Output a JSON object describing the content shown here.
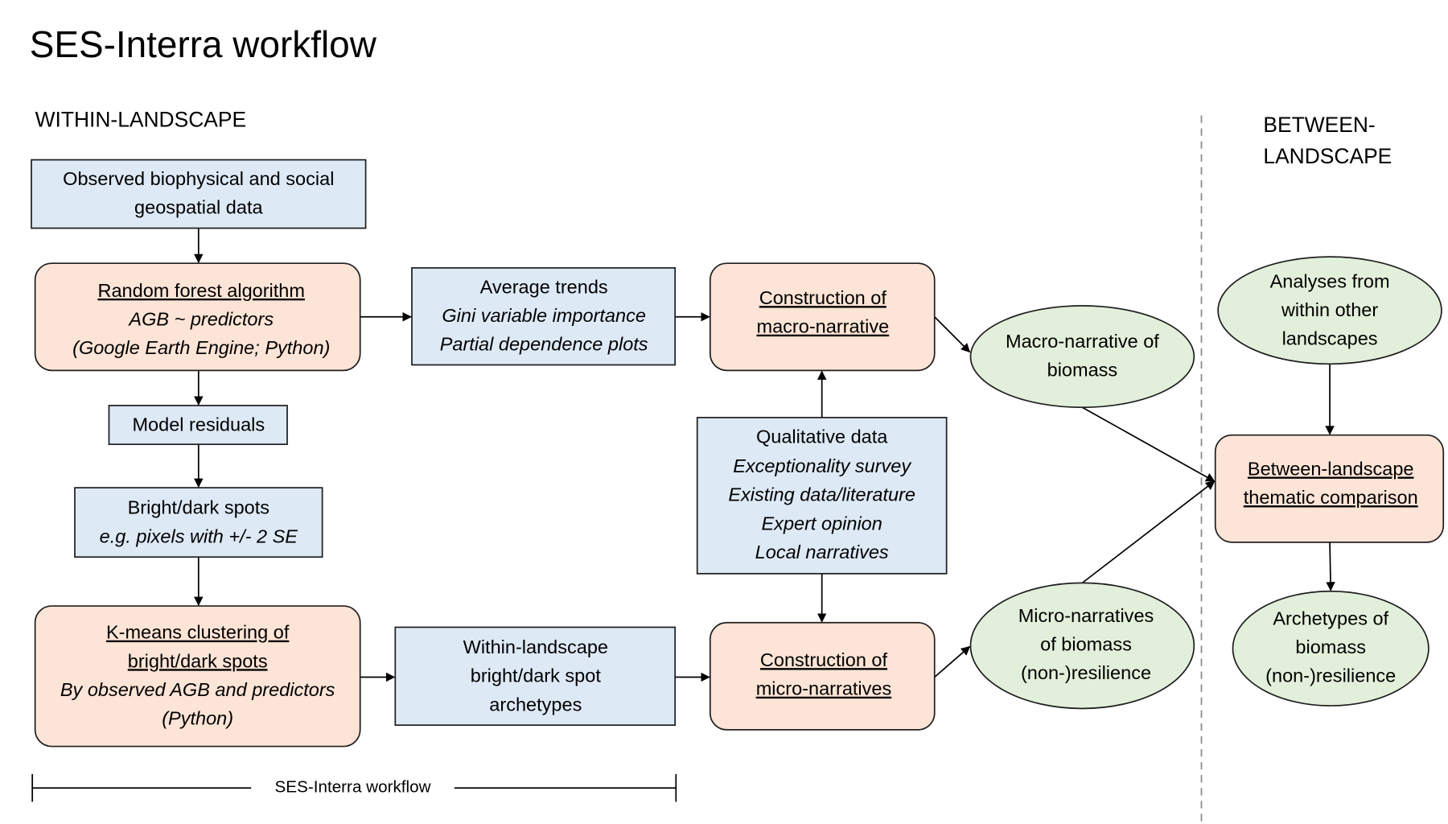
{
  "title": "SES-Interra workflow",
  "sections": {
    "within": "WITHIN-LANDSCAPE",
    "between": [
      "BETWEEN-",
      "LANDSCAPE"
    ]
  },
  "colors": {
    "data_box": "#dde9f5",
    "process_box": "#fce4d6",
    "output_ellipse": "#e2efda"
  },
  "nodes": {
    "observed": [
      "Observed biophysical and social",
      "geospatial data"
    ],
    "random_forest": [
      "Random forest algorithm",
      "AGB ~ predictors",
      "(Google Earth Engine; Python)"
    ],
    "residuals": [
      "Model residuals"
    ],
    "spots": [
      "Bright/dark spots",
      "e.g. pixels with +/- 2 SE"
    ],
    "kmeans": [
      "K-means clustering of",
      "bright/dark spots",
      "By observed AGB and predictors",
      "(Python)"
    ],
    "trends": [
      "Average trends",
      "Gini variable importance",
      "Partial dependence plots"
    ],
    "archetypes_within": [
      "Within-landscape",
      "bright/dark spot",
      "archetypes"
    ],
    "macro_construct": [
      "Construction of",
      "macro-narrative"
    ],
    "qualitative": [
      "Qualitative data",
      "Exceptionality survey",
      "Existing data/literature",
      "Expert opinion",
      "Local narratives"
    ],
    "micro_construct": [
      "Construction of",
      "micro-narratives"
    ],
    "macro_out": [
      "Macro-narrative of",
      "biomass"
    ],
    "micro_out": [
      "Micro-narratives",
      "of biomass",
      "(non-)resilience"
    ],
    "other": [
      "Analyses from",
      "within other",
      "landscapes"
    ],
    "between_cmp": [
      "Between-landscape",
      "thematic comparison"
    ],
    "archetypes_out": [
      "Archetypes of",
      "biomass",
      "(non-)resilience"
    ]
  },
  "scale_bar_label": "SES-Interra workflow"
}
